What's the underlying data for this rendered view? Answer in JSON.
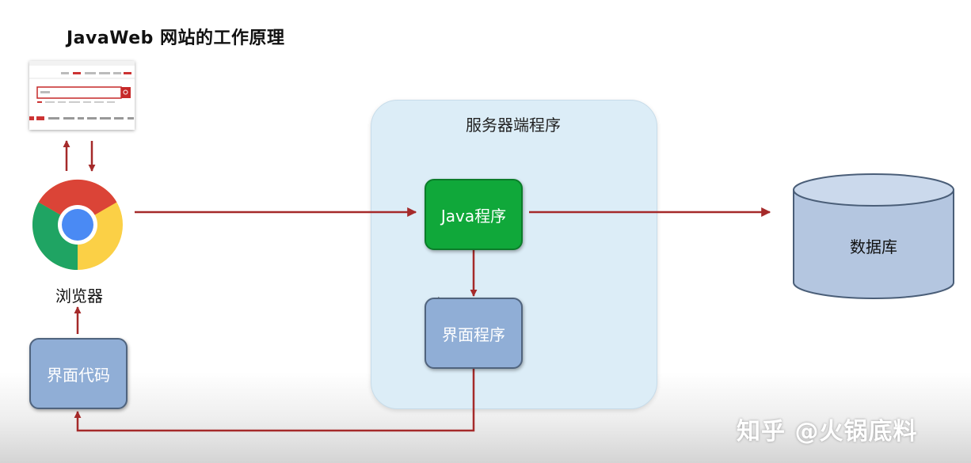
{
  "title": "JavaWeb 网站的工作原理",
  "browser": {
    "label": "浏览器"
  },
  "server": {
    "label": "服务器端程序",
    "java_node": "Java程序",
    "ui_node": "界面程序"
  },
  "code_node": "界面代码",
  "database": {
    "label": "数据库"
  },
  "watermark": "知乎 @火锅底料",
  "colors": {
    "arrow": "#a52a2a",
    "java_node": "#10a83a",
    "ui_node": "#90aed6",
    "server_box": "#dcedf7",
    "database": "#b4c6e0"
  },
  "icons": [
    "chrome-browser-icon",
    "webpage-thumbnail",
    "database-cylinder-icon",
    "mouse-cursor-icon"
  ]
}
